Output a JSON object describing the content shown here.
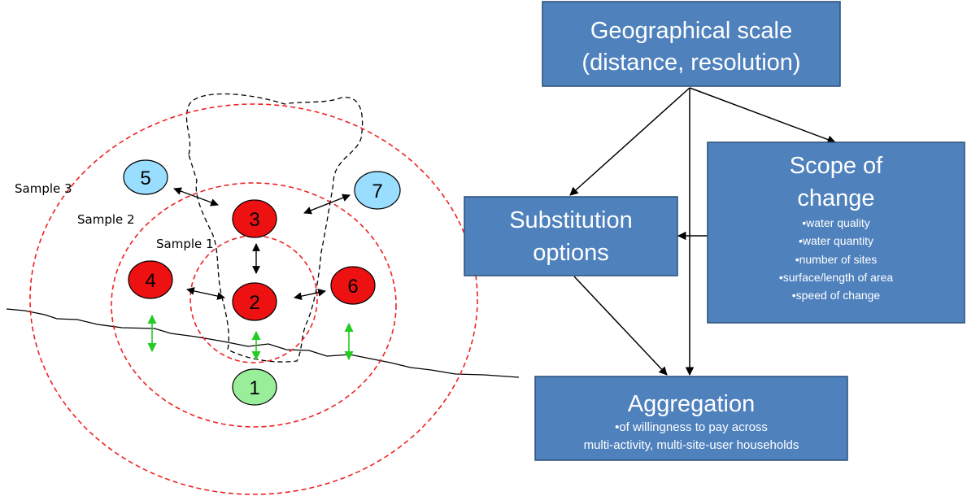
{
  "colors": {
    "ring": "#ee2222",
    "node_red": "#ee1111",
    "node_blue": "#99ddff",
    "node_green": "#99ee99",
    "box_fill": "#4f81bd",
    "box_border": "#2a4f7a",
    "green_arrow": "#22cc22"
  },
  "left_diagram": {
    "samples": {
      "sample_3": "Sample 3",
      "sample_2": "Sample 2",
      "sample_1": "Sample 1"
    },
    "nodes": {
      "n1": "1",
      "n2": "2",
      "n3": "3",
      "n4": "4",
      "n5": "5",
      "n6": "6",
      "n7": "7"
    }
  },
  "flowchart": {
    "geographical_scale": {
      "line1": "Geographical scale",
      "line2": "(distance, resolution)"
    },
    "scope_of_change": {
      "line1": "Scope of",
      "line2": "change",
      "bullets": [
        "•water quality",
        "•water quantity",
        "•number of sites",
        "•surface/length of area",
        "•speed of change"
      ]
    },
    "substitution_options": {
      "line1": "Substitution",
      "line2": "options"
    },
    "aggregation": {
      "title": "Aggregation",
      "line1": "•of willingness to pay across",
      "line2": "multi-activity, multi-site-user households"
    }
  }
}
